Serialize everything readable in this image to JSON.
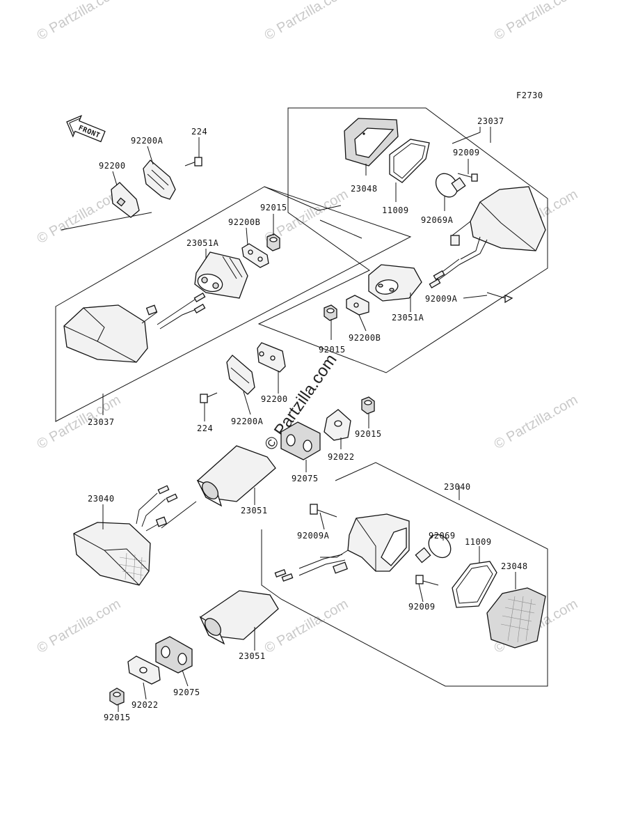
{
  "figure_code": "F2730",
  "front_arrow_text": "FRONT",
  "watermark_text": "© Partzilla.com",
  "watermark_center_text": "© Partzilla.com",
  "labels": {
    "l_23037_top": "23037",
    "l_92009_top": "92009",
    "l_23048_top": "23048",
    "l_11009_top": "11009",
    "l_92069A": "92069A",
    "l_92009A_top": "92009A",
    "l_23051A_right": "23051A",
    "l_92200B_right": "92200B",
    "l_92015_right": "92015",
    "l_224_top": "224",
    "l_92200A_top": "92200A",
    "l_92200_top": "92200",
    "l_92015_left": "92015",
    "l_92200B_left": "92200B",
    "l_23051A_left": "23051A",
    "l_23037_left": "23037",
    "l_92200_mid": "92200",
    "l_224_mid": "224",
    "l_92200A_mid": "92200A",
    "l_92015_mid": "92015",
    "l_92022_mid": "92022",
    "l_92075_mid": "92075",
    "l_23051_mid": "23051",
    "l_23040_left": "23040",
    "l_23040_right": "23040",
    "l_92009A_bot": "92009A",
    "l_92069": "92069",
    "l_11009_bot": "11009",
    "l_23048_bot": "23048",
    "l_92009_bot": "92009",
    "l_23051_bot": "23051",
    "l_92075_bot": "92075",
    "l_92022_bot": "92022",
    "l_92015_bot": "92015"
  }
}
